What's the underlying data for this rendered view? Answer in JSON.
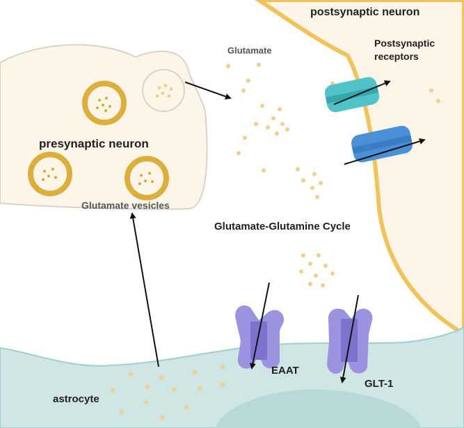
{
  "labels": {
    "postsynaptic_neuron": "postsynaptic neuron",
    "postsynaptic_receptors_line1": "Postsynaptic",
    "postsynaptic_receptors_line2": "receptors",
    "glutamate": "Glutamate",
    "presynaptic_neuron": "presynaptic neuron",
    "glutamate_vesicles": "Glutamate vesicles",
    "cycle_title": "Glutamate-Glutamine Cycle",
    "eaat": "EAAT",
    "glt1": "GLT-1",
    "astrocyte": "astrocyte"
  },
  "colors": {
    "cell_fill": "#fdf5e8",
    "cell_outline": "#d9d3c7",
    "postsynaptic_membrane": "#f0c45a",
    "vesicle_ring": "#dcae3c",
    "glutamate_dot": "#f3cf8e",
    "astrocyte_fill": "#cfe6e4",
    "astrocyte_outline": "#9fcfcb",
    "receptor_teal": "#4fc3c8",
    "receptor_blue": "#4a90d9",
    "transporter_purple": "#9b92e0",
    "arrow": "#111111"
  }
}
